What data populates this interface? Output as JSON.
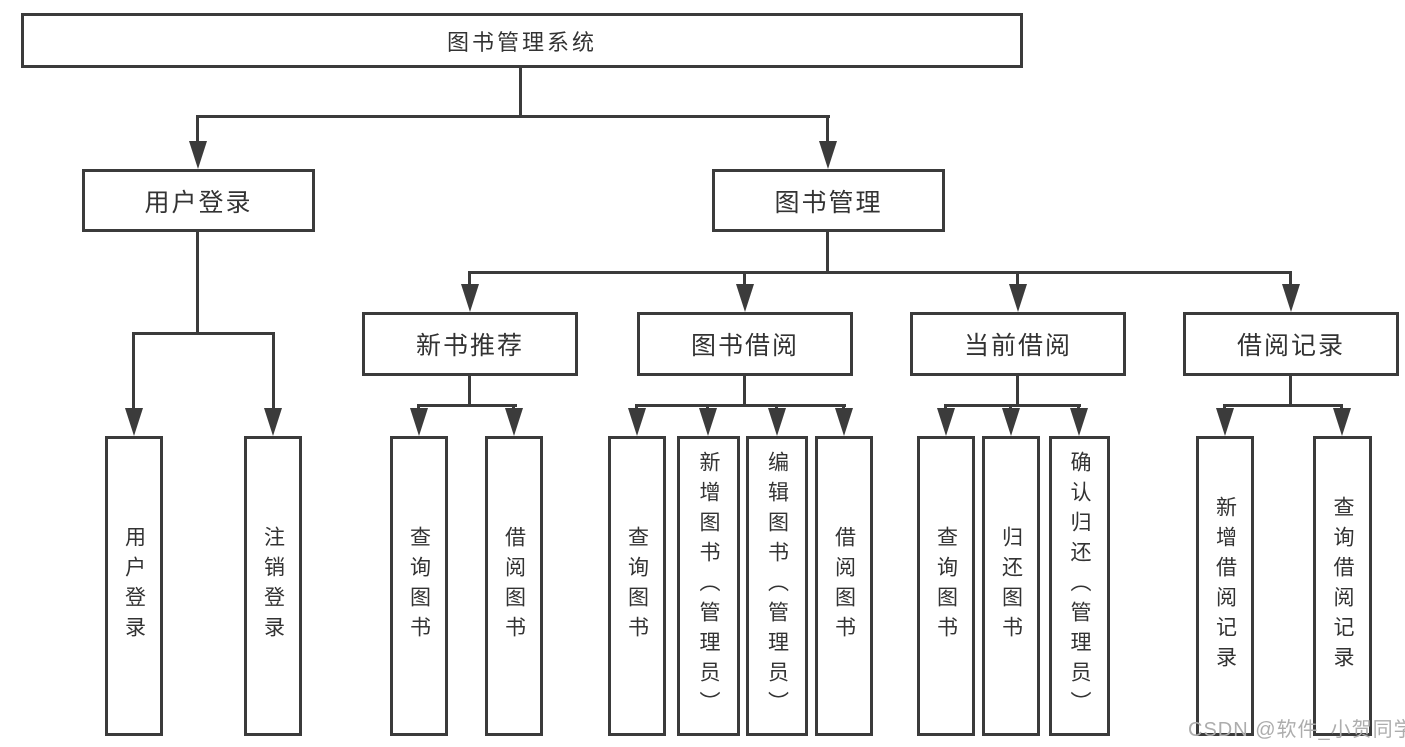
{
  "diagram": {
    "root": {
      "label": "图书管理系统"
    },
    "branches": {
      "user_login": {
        "label": "用户登录"
      },
      "book_management": {
        "label": "图书管理"
      }
    },
    "modules": {
      "new_book_recommendation": {
        "label": "新书推荐"
      },
      "book_borrowing": {
        "label": "图书借阅"
      },
      "current_borrowing": {
        "label": "当前借阅"
      },
      "borrowing_records": {
        "label": "借阅记录"
      }
    },
    "functions": {
      "user_login": {
        "label": "用户登录"
      },
      "logout": {
        "label": "注销登录"
      },
      "nb_query_books": {
        "label": "查询图书"
      },
      "nb_borrow_books": {
        "label": "借阅图书"
      },
      "bb_query_books": {
        "label": "查询图书"
      },
      "bb_add_books_admin": {
        "label": "新增图书（管理员）"
      },
      "bb_edit_books_admin": {
        "label": "编辑图书（管理员）"
      },
      "bb_borrow_books": {
        "label": "借阅图书"
      },
      "cb_query_books": {
        "label": "查询图书"
      },
      "cb_return_books": {
        "label": "归还图书"
      },
      "cb_confirm_return_admin": {
        "label": "确认归还（管理员）"
      },
      "br_add_record": {
        "label": "新增借阅记录"
      },
      "br_query_record": {
        "label": "查询借阅记录"
      }
    },
    "watermark": "CSDN @软件_小贺同学",
    "colors": {
      "line": "#3b3b3b",
      "text": "#333333",
      "watermark": "#adadad",
      "background": "#ffffff"
    }
  }
}
